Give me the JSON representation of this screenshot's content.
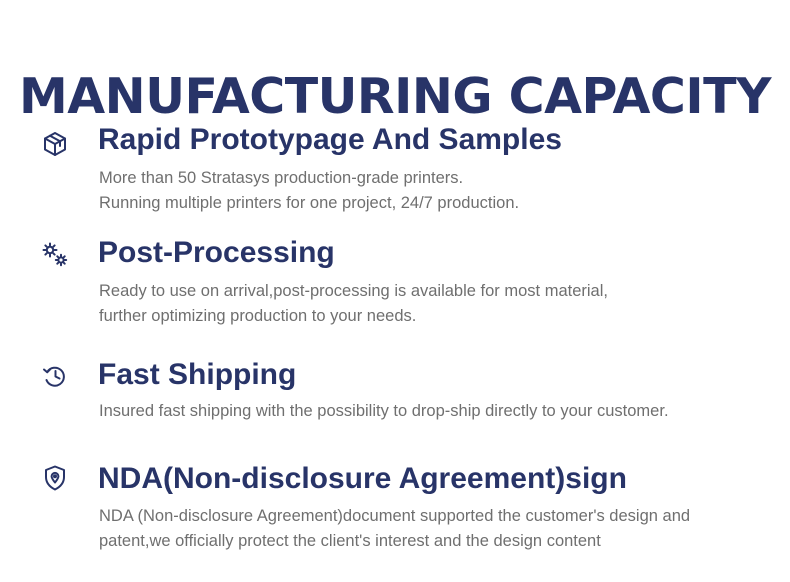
{
  "page": {
    "title": "MANUFACTURING CAPACITY",
    "accent_color": "#283468",
    "body_text_color": "#6f6f6f"
  },
  "features": [
    {
      "icon": "cube-icon",
      "heading": "Rapid Prototypage And Samples",
      "lines": [
        "More than 50 Stratasys production-grade printers.",
        "Running multiple printers for one project, 24/7 production."
      ]
    },
    {
      "icon": "gears-icon",
      "heading": "Post-Processing",
      "lines": [
        "Ready to use on arrival,post-processing is available for most material,",
        "further optimizing production to your needs."
      ]
    },
    {
      "icon": "history-clock-icon",
      "heading": "Fast Shipping",
      "lines": [
        "Insured fast shipping with the possibility to drop-ship directly to your customer."
      ]
    },
    {
      "icon": "shield-pin-icon",
      "heading": "NDA(Non-disclosure Agreement)sign",
      "lines": [
        "NDA (Non-disclosure Agreement)document supported the customer's design and",
        "patent,we officially protect the client's interest and the design content"
      ]
    }
  ]
}
